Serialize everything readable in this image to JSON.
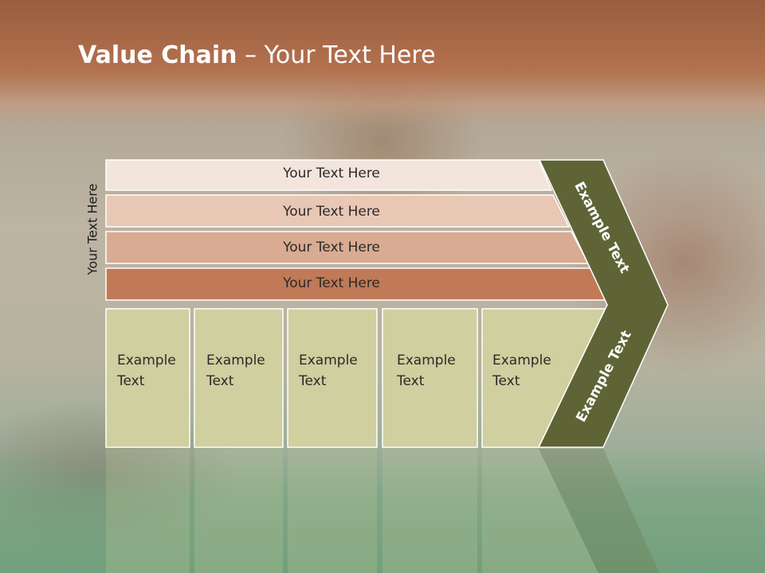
{
  "title": {
    "bold": "Value Chain",
    "rest": " – Your Text Here"
  },
  "side_label": "Your Text Here",
  "rows": [
    {
      "label": "Your Text Here",
      "color": "#f3e4dc"
    },
    {
      "label": "Your Text Here",
      "color": "#e9c7b5"
    },
    {
      "label": "Your Text Here",
      "color": "#d8ab92"
    },
    {
      "label": "Your Text Here",
      "color": "#c07a58"
    }
  ],
  "cells": [
    {
      "line1": "Example",
      "line2": "Text"
    },
    {
      "line1": "Example",
      "line2": "Text"
    },
    {
      "line1": "Example",
      "line2": "Text"
    },
    {
      "line1": "Example",
      "line2": "Text"
    },
    {
      "line1": "Example",
      "line2": "Text"
    }
  ],
  "chevron": {
    "upper": "Example Text",
    "lower": "Example Text",
    "color": "#5f6436"
  },
  "colors": {
    "cell_fill": "#cfcf9f",
    "cell_border": "#ffffff"
  }
}
